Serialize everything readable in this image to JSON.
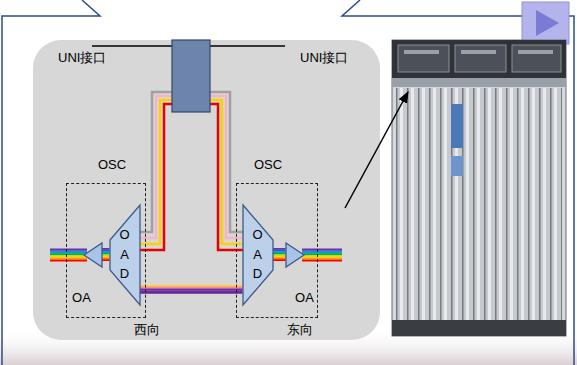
{
  "diagram": {
    "nodes": [
      {
        "text": [
          "西向"
        ]
      },
      {
        "text": [
          "OAD"
        ],
        "in": 0
      },
      {
        "text": [
          "OA"
        ],
        "in": 0
      },
      {
        "text": [
          "东向"
        ]
      },
      {
        "text": [
          "OAD"
        ],
        "in": 3
      },
      {
        "text": [
          "OA"
        ],
        "in": 3
      }
    ],
    "edges": [
      {
        "from": 2,
        "to": 1,
        "arrow": "none"
      },
      {
        "from": 1,
        "to": 4,
        "arrow": "none"
      },
      {
        "from": 4,
        "to": 5,
        "arrow": "none"
      }
    ],
    "labels": [
      "UNI接口",
      "UNI接口",
      "OSC",
      "OSC"
    ]
  }
}
